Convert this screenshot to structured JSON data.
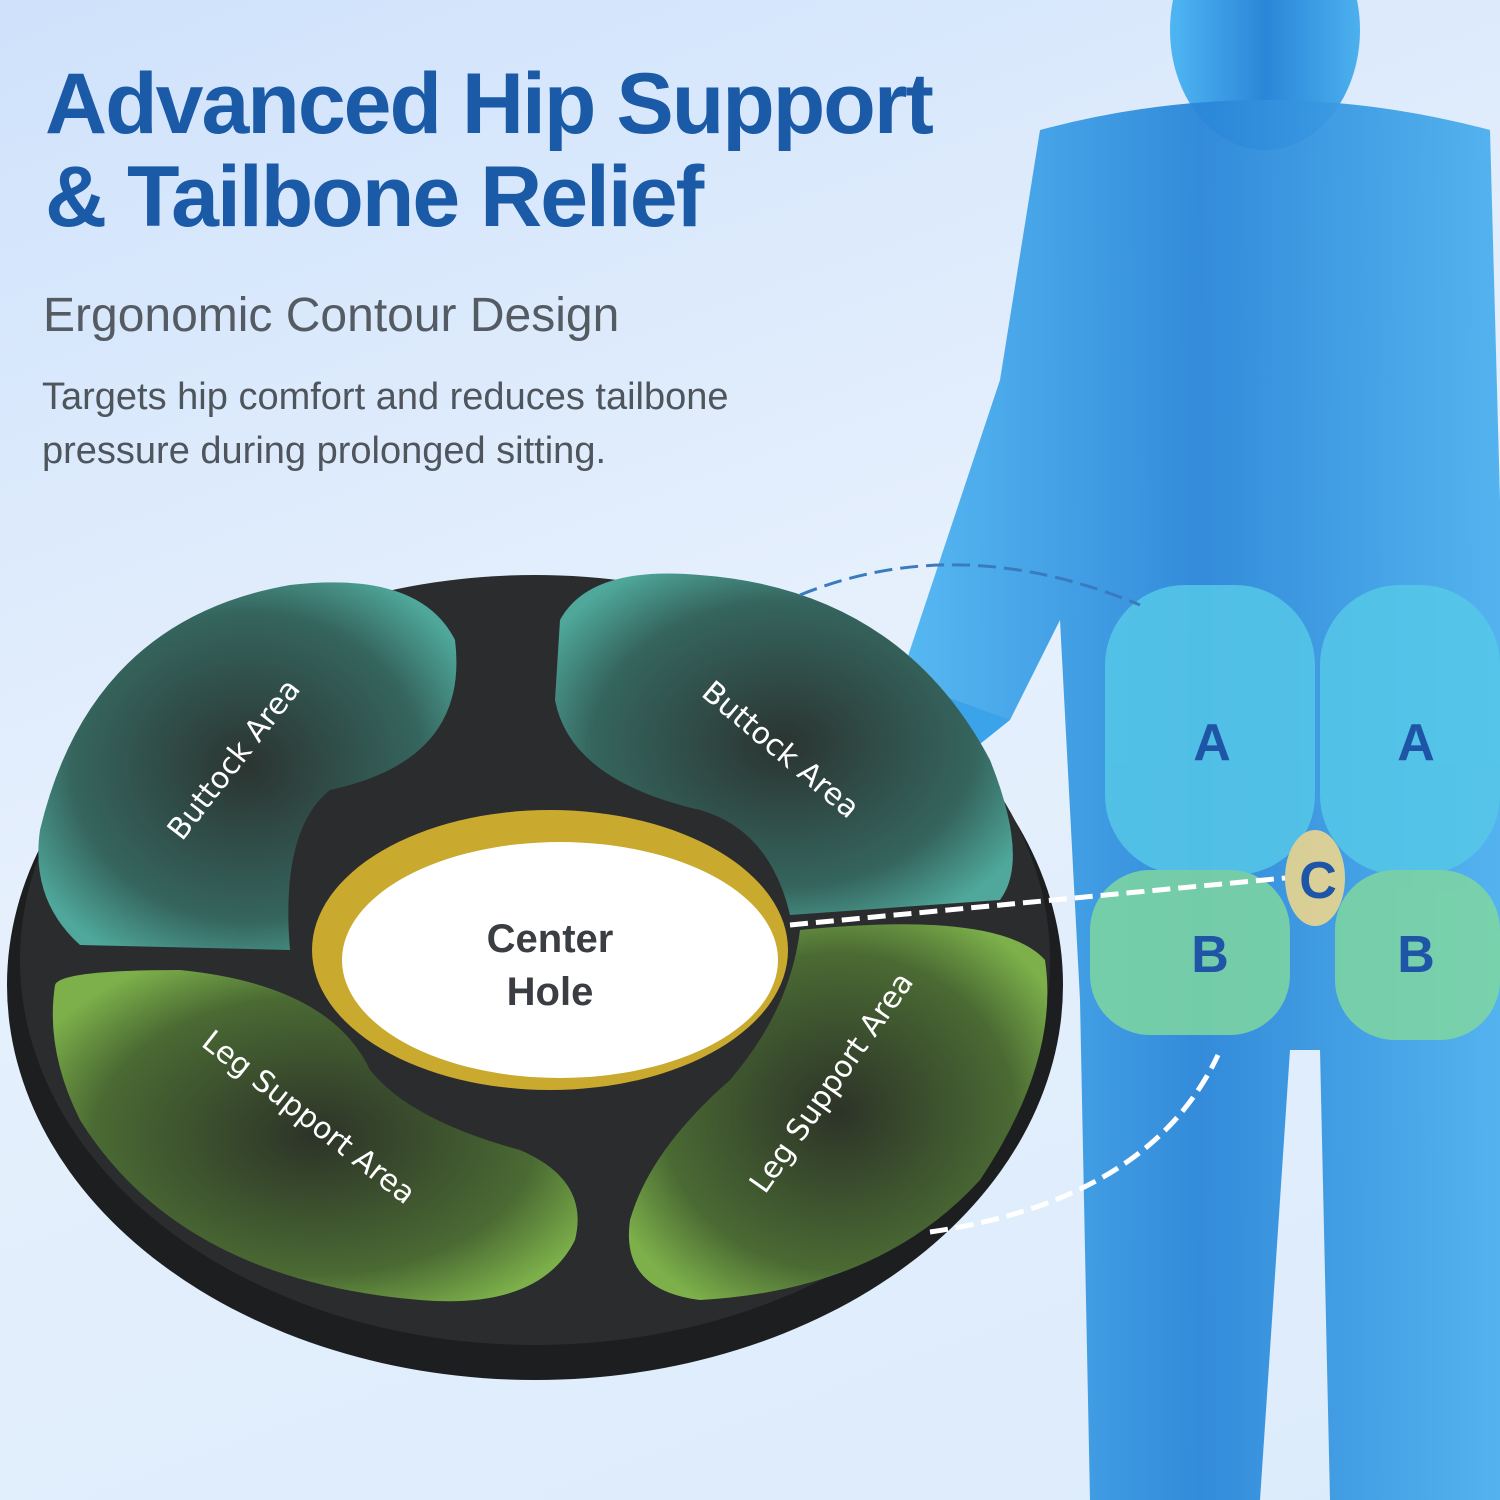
{
  "header": {
    "title_line1": "Advanced Hip Support",
    "title_line2": "& Tailbone Relief",
    "subtitle": "Ergonomic Contour Design",
    "description": "Targets hip comfort and reduces tailbone pressure during prolonged sitting."
  },
  "cushion": {
    "labels": {
      "buttock_left": "Buttock Area",
      "buttock_right": "Buttock Area",
      "leg_left": "Leg Support Area",
      "leg_right": "Leg Support Area",
      "center_line1": "Center",
      "center_line2": "Hole"
    }
  },
  "body_zones": {
    "a_left": "A",
    "a_right": "A",
    "b_left": "B",
    "b_right": "B",
    "c": "C"
  },
  "colors": {
    "title": "#1b5aa6",
    "body": "#2a8fe0",
    "cushion": "#222426",
    "pad_teal": "#3f8f86",
    "pad_green": "#6a9a3c",
    "hole_ring": "#c9a92e"
  }
}
